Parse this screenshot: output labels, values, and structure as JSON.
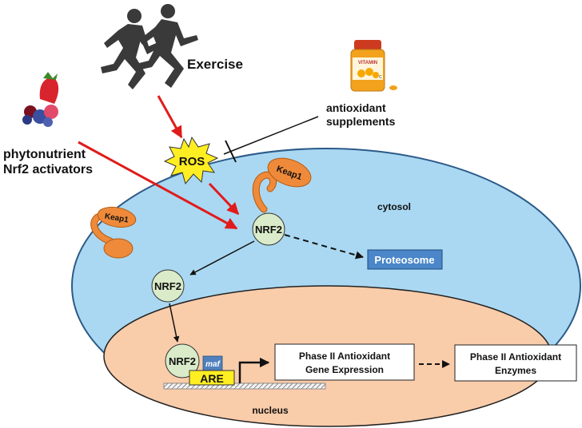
{
  "labels": {
    "exercise": "Exercise",
    "antioxidant_line1": "antioxidant",
    "antioxidant_line2": "supplements",
    "phytonutrient_line1": "phytonutrient",
    "phytonutrient_line2": "Nrf2 activators",
    "ros": "ROS",
    "cytosol": "cytosol",
    "keap1_bound": "Keap1",
    "keap1_free": "Keap1",
    "nrf2_cytosol": "NRF2",
    "nrf2_translocating": "NRF2",
    "nrf2_nucleus": "NRF2",
    "proteosome": "Proteosome",
    "maf": "maf",
    "are": "ARE",
    "gene_expr_line1": "Phase II Antioxidant",
    "gene_expr_line2": "Gene Expression",
    "enzymes_line1": "Phase II Antioxidant",
    "enzymes_line2": "Enzymes",
    "nucleus": "nucleus",
    "vitamin_label": "VITAMIN",
    "vitamin_letter": "C"
  },
  "colors": {
    "cell": "#aad8f2",
    "nucleus": "#f9ccaa",
    "keap1": "#ee8a3a",
    "nrf2": "#d9ebc9",
    "proteosome": "#4a86c8",
    "ros": "#ffee22",
    "activation_arrow": "#e11b1b",
    "are_box": "#ffee22",
    "maf_box": "#4f81bd"
  },
  "icons": {
    "runners": "runners-silhouette-icon",
    "vitamin_bottle": "vitamin-c-bottle-icon",
    "berries": "berries-icon"
  }
}
